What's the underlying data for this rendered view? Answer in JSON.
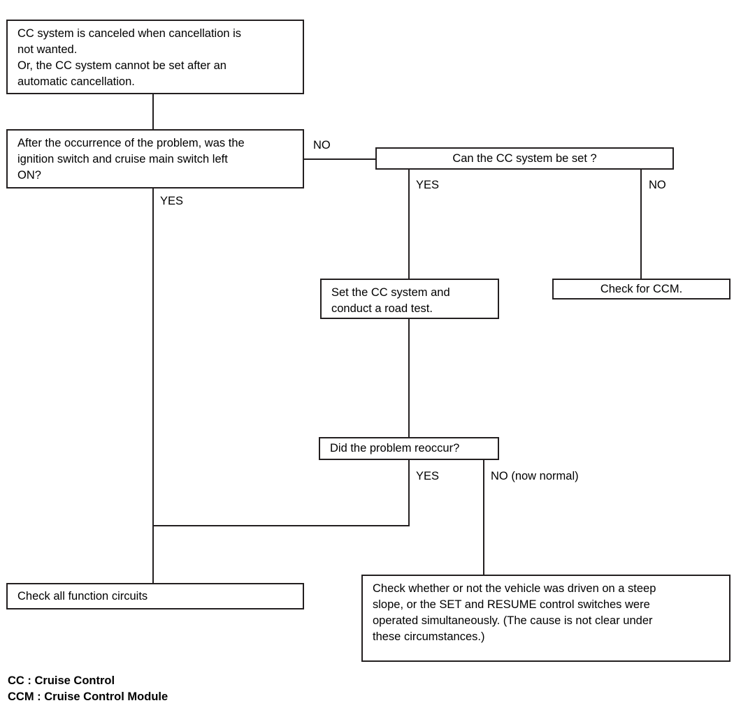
{
  "diagram": {
    "title": "Cruise Control troubleshooting flowchart",
    "line_color": "#231f20",
    "background": "#ffffff",
    "nodes": {
      "symptom": {
        "text": "CC system is canceled when cancellation is\nnot wanted.\nOr, the CC system cannot be set after an\nautomatic cancellation."
      },
      "q_switches_left_on": {
        "text": "After the occurrence of the problem, was the\nignition switch and cruise main switch left\nON?"
      },
      "q_can_set": {
        "text": "Can the CC system be set ?"
      },
      "set_and_road_test": {
        "text": "Set the CC system and\nconduct a road test."
      },
      "check_ccm": {
        "text": "Check for CCM."
      },
      "q_reoccur": {
        "text": "Did the problem reoccur?"
      },
      "check_all_circuits": {
        "text": "Check all function circuits"
      },
      "check_steep_slope": {
        "text": "Check whether or not the vehicle was driven on a steep\nslope, or the SET and RESUME control switches were\noperated simultaneously. (The cause is not clear under\nthese circumstances.)"
      }
    },
    "edge_labels": {
      "switches_no": "NO",
      "switches_yes": "YES",
      "can_set_yes": "YES",
      "can_set_no": "NO",
      "reoccur_yes": "YES",
      "reoccur_no": "NO (now normal)"
    },
    "legend": {
      "line1": "CC : Cruise Control",
      "line2": "CCM : Cruise Control Module"
    }
  }
}
